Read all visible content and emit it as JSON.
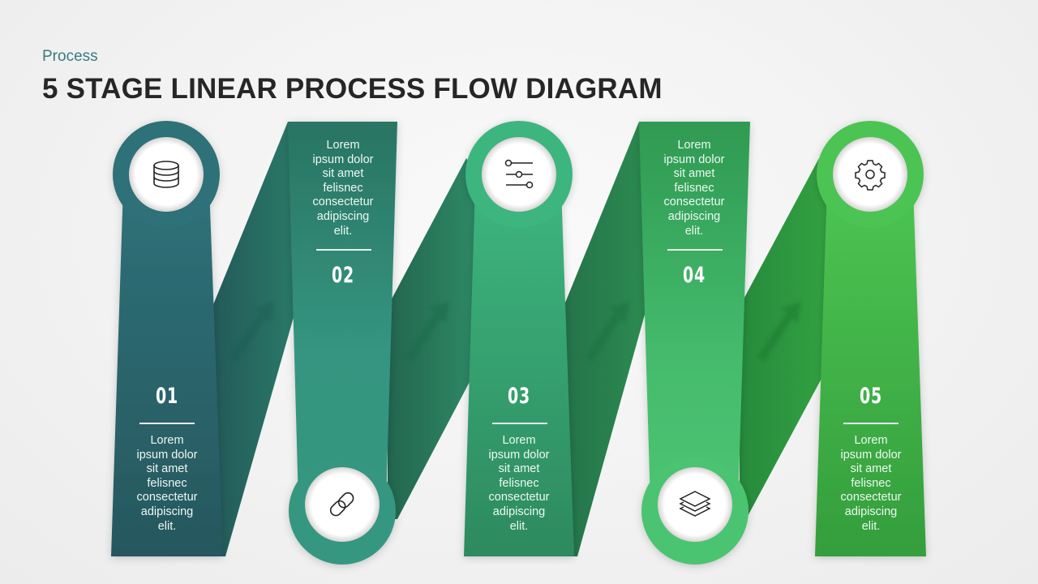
{
  "header": {
    "subtitle": "Process",
    "title": "5 STAGE LINEAR PROCESS FLOW DIAGRAM"
  },
  "colors": {
    "stage1": "#2b6870",
    "stage2": "#2f8c74",
    "stage3": "#3aac78",
    "stage4": "#3cb060",
    "stage5": "#45bd4e",
    "subtitle": "#3a7a80",
    "title": "#262626"
  },
  "stages": [
    {
      "number": "01",
      "icon": "database-icon",
      "icon_position": "top",
      "text": [
        "Lorem",
        "ipsum dolor",
        "sit amet",
        "felisnec",
        "consectetur",
        "adipiscing",
        "elit."
      ]
    },
    {
      "number": "02",
      "icon": "link-icon",
      "icon_position": "bottom",
      "text": [
        "Lorem",
        "ipsum dolor",
        "sit amet",
        "felisnec",
        "consectetur",
        "adipiscing",
        "elit."
      ]
    },
    {
      "number": "03",
      "icon": "sliders-icon",
      "icon_position": "top",
      "text": [
        "Lorem",
        "ipsum dolor",
        "sit amet",
        "felisnec",
        "consectetur",
        "adipiscing",
        "elit."
      ]
    },
    {
      "number": "04",
      "icon": "layers-icon",
      "icon_position": "bottom",
      "text": [
        "Lorem",
        "ipsum dolor",
        "sit amet",
        "felisnec",
        "consectetur",
        "adipiscing",
        "elit."
      ]
    },
    {
      "number": "05",
      "icon": "gear-icon",
      "icon_position": "top",
      "text": [
        "Lorem",
        "ipsum dolor",
        "sit amet",
        "felisnec",
        "consectetur",
        "adipiscing",
        "elit."
      ]
    }
  ],
  "connectors": [
    {
      "from": "01",
      "to": "02",
      "icon": "arrow-up-right-icon"
    },
    {
      "from": "02",
      "to": "03",
      "icon": "arrow-up-right-icon"
    },
    {
      "from": "03",
      "to": "04",
      "icon": "arrow-up-right-icon"
    },
    {
      "from": "04",
      "to": "05",
      "icon": "arrow-up-right-icon"
    }
  ]
}
